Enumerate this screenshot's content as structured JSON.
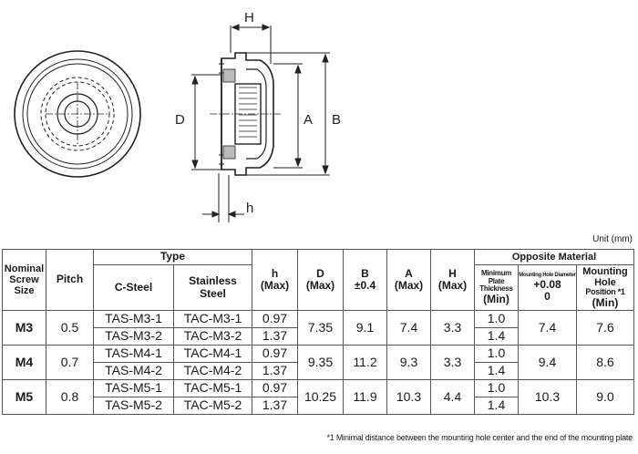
{
  "drawing": {
    "labels": {
      "H": "H",
      "D": "D",
      "A": "A",
      "B": "B",
      "h": "h"
    }
  },
  "unit": "Unit (mm)",
  "table": {
    "header": {
      "nominal": [
        "Nominal",
        "Screw",
        "Size"
      ],
      "pitch": "Pitch",
      "type": "Type",
      "csteel": "C-Steel",
      "stainless": [
        "Stainless",
        "Steel"
      ],
      "h": [
        "h",
        "(Max)"
      ],
      "D": [
        "D",
        "(Max)"
      ],
      "B": [
        "B",
        "±0.4"
      ],
      "A": [
        "A",
        "(Max)"
      ],
      "H": [
        "H",
        "(Max)"
      ],
      "opposite": "Opposite Material",
      "min_plate": [
        "Minimum Plate",
        "Thickness",
        "(Min)"
      ],
      "mount_dia": [
        "Mounting Hole Diameter",
        "+0.08",
        "0"
      ],
      "mount_pos": [
        "Mounting Hole",
        "Position *1",
        "(Min)"
      ]
    },
    "rows": [
      {
        "size": "M3",
        "pitch": "0.5",
        "D": "7.35",
        "B": "9.1",
        "A": "7.4",
        "H": "3.3",
        "dia": "7.4",
        "pos": "7.6",
        "sub": [
          {
            "c": "TAS-M3-1",
            "s": "TAC-M3-1",
            "h": "0.97",
            "t": "1.0"
          },
          {
            "c": "TAS-M3-2",
            "s": "TAC-M3-2",
            "h": "1.37",
            "t": "1.4"
          }
        ]
      },
      {
        "size": "M4",
        "pitch": "0.7",
        "D": "9.35",
        "B": "11.2",
        "A": "9.3",
        "H": "3.3",
        "dia": "9.4",
        "pos": "8.6",
        "sub": [
          {
            "c": "TAS-M4-1",
            "s": "TAC-M4-1",
            "h": "0.97",
            "t": "1.0"
          },
          {
            "c": "TAS-M4-2",
            "s": "TAC-M4-2",
            "h": "1.37",
            "t": "1.4"
          }
        ]
      },
      {
        "size": "M5",
        "pitch": "0.8",
        "D": "10.25",
        "B": "11.9",
        "A": "10.3",
        "H": "4.4",
        "dia": "10.3",
        "pos": "9.0",
        "sub": [
          {
            "c": "TAS-M5-1",
            "s": "TAC-M5-1",
            "h": "0.97",
            "t": "1.0"
          },
          {
            "c": "TAS-M5-2",
            "s": "TAC-M5-2",
            "h": "1.37",
            "t": "1.4"
          }
        ]
      }
    ]
  },
  "footnote": "*1 Minimal distance between the mounting hole center and the end of the mounting plate"
}
